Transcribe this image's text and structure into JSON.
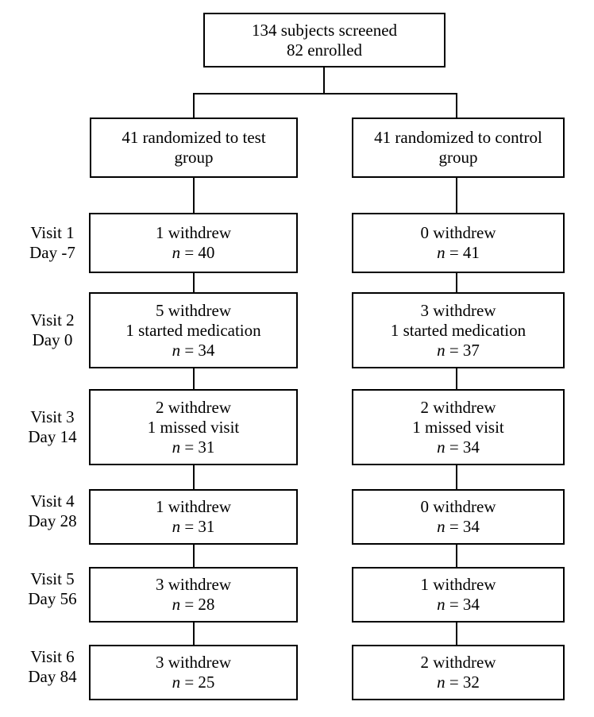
{
  "top": {
    "line1": "134 subjects screened",
    "line2": "82 enrolled"
  },
  "groups": {
    "test": {
      "line1": "41 randomized to test",
      "line2": "group"
    },
    "control": {
      "line1": "41 randomized to control",
      "line2": "group"
    }
  },
  "n_symbol": "n",
  "n_sep": " = ",
  "visits": [
    {
      "label": "Visit 1",
      "day": "Day -7",
      "test": {
        "lines": [
          "1 withdrew"
        ],
        "n": "40"
      },
      "control": {
        "lines": [
          "0 withdrew"
        ],
        "n": "41"
      }
    },
    {
      "label": "Visit 2",
      "day": "Day 0",
      "test": {
        "lines": [
          "5 withdrew",
          "1 started medication"
        ],
        "n": "34"
      },
      "control": {
        "lines": [
          "3 withdrew",
          "1 started medication"
        ],
        "n": "37"
      }
    },
    {
      "label": "Visit 3",
      "day": "Day 14",
      "test": {
        "lines": [
          "2 withdrew",
          "1 missed visit"
        ],
        "n": "31"
      },
      "control": {
        "lines": [
          "2 withdrew",
          "1 missed visit"
        ],
        "n": "34"
      }
    },
    {
      "label": "Visit 4",
      "day": "Day 28",
      "test": {
        "lines": [
          "1 withdrew"
        ],
        "n": "31"
      },
      "control": {
        "lines": [
          "0 withdrew"
        ],
        "n": "34"
      }
    },
    {
      "label": "Visit 5",
      "day": "Day 56",
      "test": {
        "lines": [
          "3 withdrew"
        ],
        "n": "28"
      },
      "control": {
        "lines": [
          "1 withdrew"
        ],
        "n": "34"
      }
    },
    {
      "label": "Visit 6",
      "day": "Day 84",
      "test": {
        "lines": [
          "3 withdrew"
        ],
        "n": "25"
      },
      "control": {
        "lines": [
          "2 withdrew"
        ],
        "n": "32"
      }
    }
  ]
}
